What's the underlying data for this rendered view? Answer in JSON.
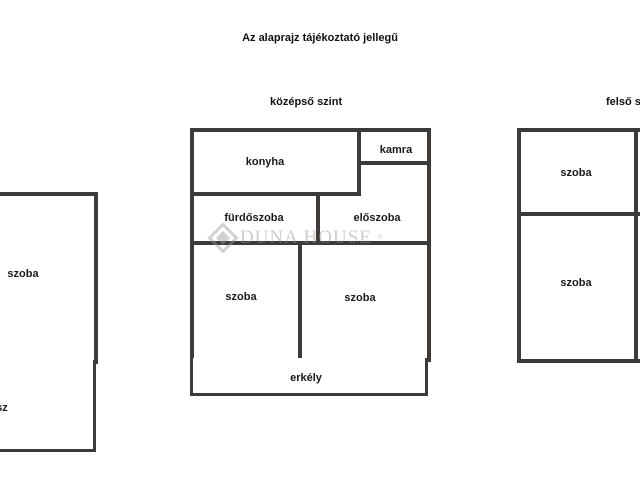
{
  "caption": "Az alaprajz tájékoztató jellegű",
  "levels": [
    {
      "title": "",
      "rooms": [
        {
          "label": "szoba"
        },
        {
          "label": "sz"
        }
      ]
    },
    {
      "title": "középső szint",
      "rooms": [
        {
          "label": "konyha"
        },
        {
          "label": "kamra"
        },
        {
          "label": "fürdőszoba"
        },
        {
          "label": "előszoba"
        },
        {
          "label": "szoba"
        },
        {
          "label": "szoba"
        },
        {
          "label": "erkély"
        }
      ]
    },
    {
      "title": "felső s",
      "rooms": [
        {
          "label": "szoba"
        },
        {
          "label": "szoba"
        }
      ]
    }
  ],
  "watermark": {
    "text": "DUNA HOUSE",
    "mark": "®"
  },
  "colors": {
    "wall": "#3d3a38",
    "background": "#ffffff",
    "watermark": "#8f8f8f"
  }
}
